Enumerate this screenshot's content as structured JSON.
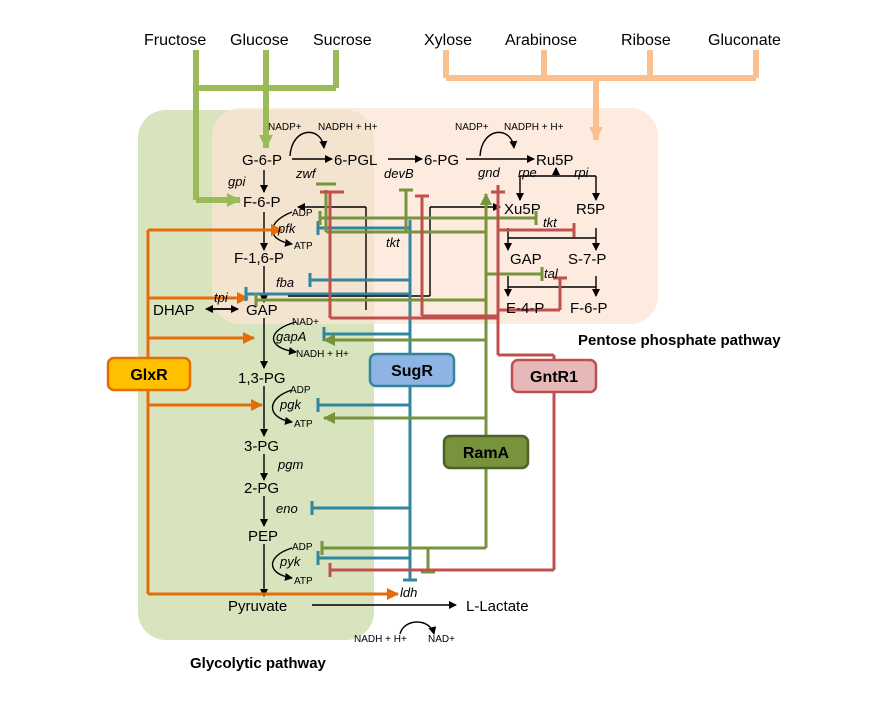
{
  "sources": {
    "fructose": "Fructose",
    "glucose": "Glucose",
    "sucrose": "Sucrose",
    "xylose": "Xylose",
    "arabinose": "Arabinose",
    "ribose": "Ribose",
    "gluconate": "Gluconate"
  },
  "metabolites": {
    "g6p": "G-6-P",
    "pgl6": "6-PGL",
    "pg6": "6-PG",
    "ru5p": "Ru5P",
    "xu5p": "Xu5P",
    "r5p": "R5P",
    "gap_ppp": "GAP",
    "s7p": "S-7-P",
    "e4p": "E-4-P",
    "f6p_ppp": "F-6-P",
    "f6p": "F-6-P",
    "f16p": "F-1,6-P",
    "dhap": "DHAP",
    "gap": "GAP",
    "bpg13": "1,3-PG",
    "pg3": "3-PG",
    "pg2": "2-PG",
    "pep": "PEP",
    "pyruvate": "Pyruvate",
    "lactate": "L-Lactate"
  },
  "enzymes": {
    "zwf": "zwf",
    "devb": "devB",
    "gnd": "gnd",
    "rpe": "rpe",
    "rpi": "rpi",
    "tkt_ppp": "tkt",
    "tal": "tal",
    "gpi": "gpi",
    "pfk": "pfk",
    "tkt": "tkt",
    "fba": "fba",
    "tpi": "tpi",
    "gapa": "gapA",
    "pgk": "pgk",
    "pgm": "pgm",
    "eno": "eno",
    "pyk": "pyk",
    "ldh": "ldh"
  },
  "cofactors": {
    "nadp_1": "NADP+",
    "nadph_1": "NADPH + H+",
    "nadp_2": "NADP+",
    "nadph_2": "NADPH + H+",
    "adp_pfk": "ADP",
    "atp_pfk": "ATP",
    "nad_gapa": "NAD+",
    "nadh_gapa": "NADH + H+",
    "adp_pgk": "ADP",
    "atp_pgk": "ATP",
    "adp_pyk": "ADP",
    "atp_pyk": "ATP",
    "nadh_ldh": "NADH + H+",
    "nad_ldh": "NAD+"
  },
  "regulators": {
    "glxr": "GlxR",
    "sugr": "SugR",
    "rama": "RamA",
    "gntr1": "GntR1"
  },
  "pathways": {
    "glycolytic": "Glycolytic pathway",
    "ppp": "Pentose phosphate pathway"
  },
  "colors": {
    "glxr": "#E46C0A",
    "sugr": "#31859C",
    "rama": "#77933C",
    "gntr1": "#C0504D",
    "glycolysis_bg": "#D7E4BD",
    "ppp_bg": "#FCE4D6",
    "sugar_arrow": "#9BBB59",
    "ppp_sugar_arrow": "#FAC090"
  }
}
